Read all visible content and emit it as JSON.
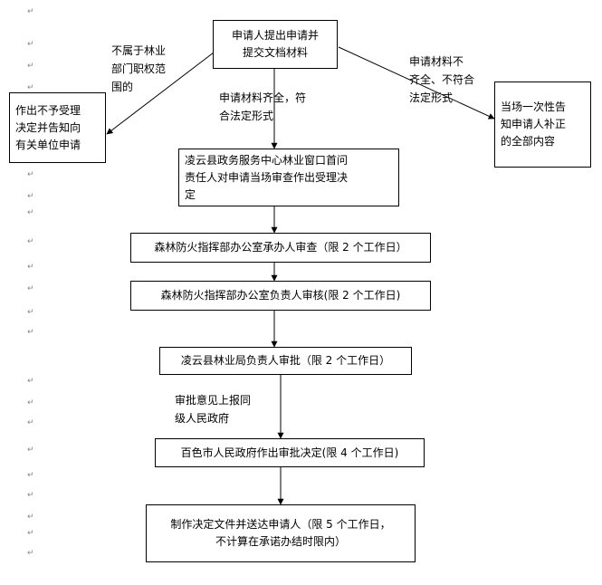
{
  "paragraph_mark": "↵",
  "nodes": {
    "start": "申请人提出申请并\n提交文档材料",
    "reject": "作出不予受理\n决定并告知向\n有关单位申请",
    "notify": "当场一次性告\n知申请人补正\n的全部内容",
    "accept": "凌云县政务服务中心林业窗口首问\n责任人对申请当场审查作出受理决\n定",
    "review1": "森林防火指挥部办公室承办人审查（限 2 个工作日）",
    "review2": "森林防火指挥部办公室负责人审核(限 2 个工作日)",
    "approve": "凌云县林业局负责人审批（限 2 个工作日）",
    "city": "百色市人民政府作出审批决定(限 4 个工作日)",
    "deliver": "制作决定文件并送达申请人（限 5 个工作日，\n不计算在承诺办结时限内）"
  },
  "labels": {
    "not_forestry": "不属于林业\n部门职权范\n围的",
    "complete": "申请材料齐全，符\n合法定形式",
    "incomplete": "申请材料不\n齐全、不符合\n法定形式",
    "report": "审批意见上报同\n级人民政府"
  }
}
